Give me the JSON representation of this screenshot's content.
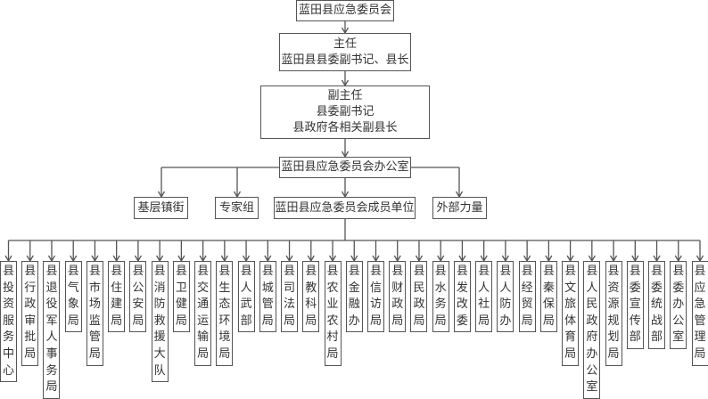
{
  "committee": "蓝田县应急委员会",
  "director": {
    "title": "主任",
    "name": "蓝田县县委副书记、县长"
  },
  "deputy": {
    "title": "副主任",
    "line1": "县委副书记",
    "line2": "县政府各相关副县长"
  },
  "office": "蓝田县应急委员会办公室",
  "branches": [
    "基层镇街",
    "专家组",
    "蓝田县应急委员会成员单位",
    "外部力量"
  ],
  "member_units": [
    "县投资服务中心",
    "县行政审批局",
    "县退役军人事务局",
    "县气象局",
    "县市场监管局",
    "县住建局",
    "县公安局",
    "县消防救援大队",
    "县卫健局",
    "县交通运输局",
    "县生态环境局",
    "县人武部",
    "县城管局",
    "县司法局",
    "县教科局",
    "县农业农村局",
    "县金融办",
    "县信访局",
    "县财政局",
    "县民政局",
    "县水务局",
    "县发改委",
    "县人社局",
    "县人防办",
    "县经贸局",
    "县秦保局",
    "县文旅体育局",
    "县人民政府办公室",
    "县资源规划局",
    "县委宣传部",
    "县委统战部",
    "县委办公室",
    "县应急管理局"
  ]
}
